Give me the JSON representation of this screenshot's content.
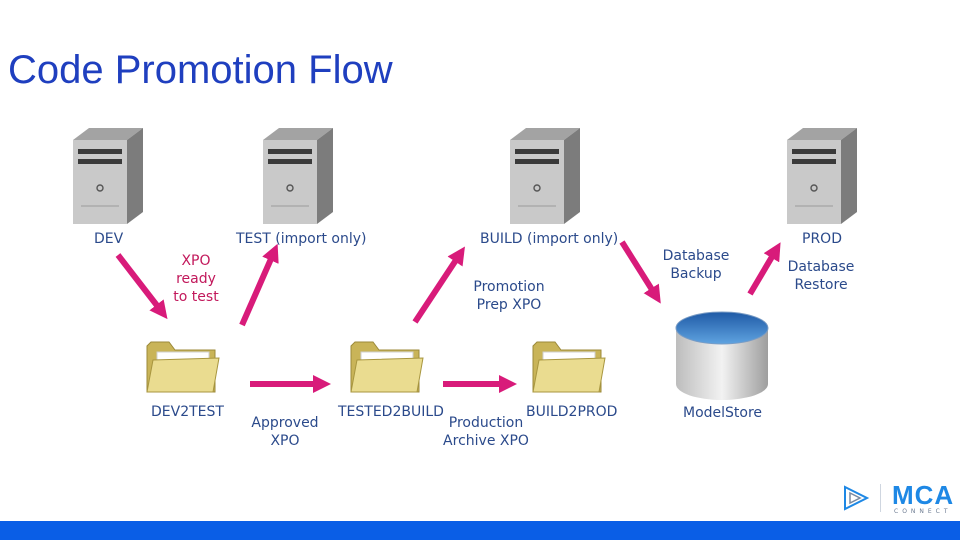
{
  "title": "Code Promotion Flow",
  "servers": [
    {
      "id": "dev",
      "label": "DEV"
    },
    {
      "id": "test",
      "label": "TEST (import only)"
    },
    {
      "id": "build",
      "label": "BUILD (import only)"
    },
    {
      "id": "prod",
      "label": "PROD"
    }
  ],
  "folders": [
    {
      "id": "dev2test",
      "label": "DEV2TEST"
    },
    {
      "id": "tested2build",
      "label": "TESTED2BUILD"
    },
    {
      "id": "build2prod",
      "label": "BUILD2PROD"
    }
  ],
  "database": {
    "label": "ModelStore"
  },
  "arrow_labels": {
    "xpo_ready": [
      "XPO",
      "ready",
      "to test"
    ],
    "approved_xpo": [
      "Approved",
      "XPO"
    ],
    "promotion_prep": [
      "Promotion",
      "Prep XPO"
    ],
    "production_archive": [
      "Production",
      "Archive XPO"
    ],
    "database_backup": [
      "Database",
      "Backup"
    ],
    "database_restore": [
      "Database",
      "Restore"
    ]
  },
  "logo": {
    "name": "MCA",
    "sub": "CONNECT",
    "icon": "play-triangles-icon"
  },
  "colors": {
    "title": "#1f3fbf",
    "label": "#2b4a8b",
    "accent_label": "#c2185b",
    "arrow": "#d81b7a",
    "bar": "#0a5ee6",
    "folder": "#e9d98a",
    "db_top": "#3f7fc4"
  }
}
